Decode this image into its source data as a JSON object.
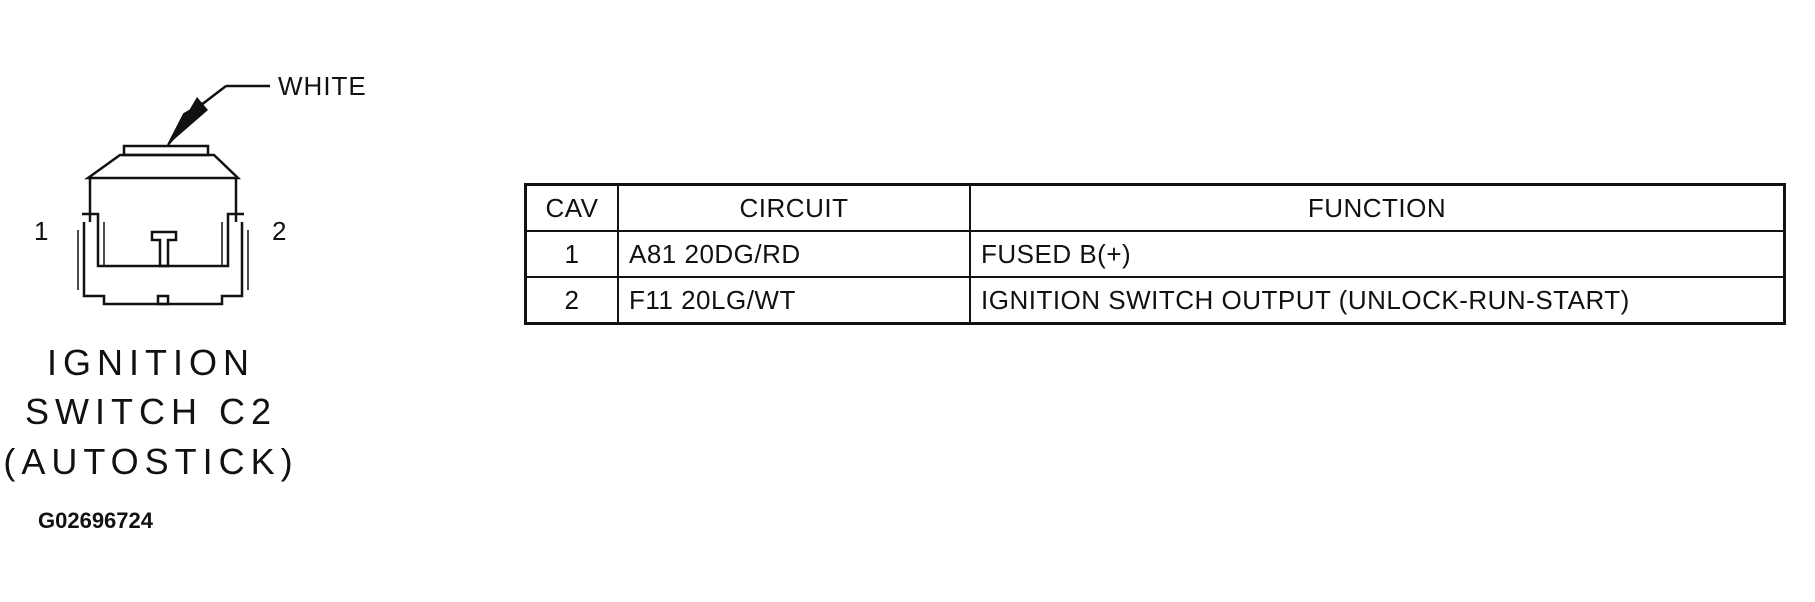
{
  "connector": {
    "wire_color_label": "WHITE",
    "pin_left_label": "1",
    "pin_right_label": "2",
    "name_lines": [
      "IGNITION",
      "SWITCH C2",
      "(AUTOSTICK)"
    ],
    "figure_id": "G02696724"
  },
  "table": {
    "headers": {
      "cav": "CAV",
      "circuit": "CIRCUIT",
      "function": "FUNCTION"
    },
    "rows": [
      {
        "cav": "1",
        "circuit": "A81 20DG/RD",
        "function": "FUSED B(+)"
      },
      {
        "cav": "2",
        "circuit": "F11 20LG/WT",
        "function": "IGNITION SWITCH OUTPUT (UNLOCK-RUN-START)"
      }
    ]
  }
}
